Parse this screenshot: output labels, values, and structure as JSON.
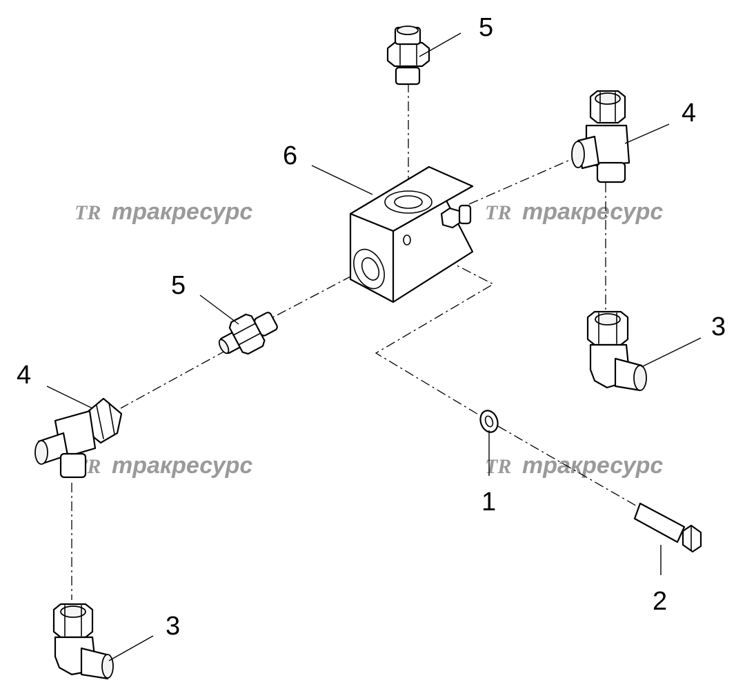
{
  "callouts": {
    "item1": "1",
    "item2": "2",
    "item3_right": "3",
    "item3_left": "3",
    "item4_right": "4",
    "item4_left": "4",
    "item5_top": "5",
    "item5_left": "5",
    "item6": "6"
  },
  "watermark": {
    "logo": "TR",
    "text": "тракресурс"
  },
  "colors": {
    "line": "#000000",
    "watermark": "#9a9a9a",
    "background": "#ffffff"
  }
}
